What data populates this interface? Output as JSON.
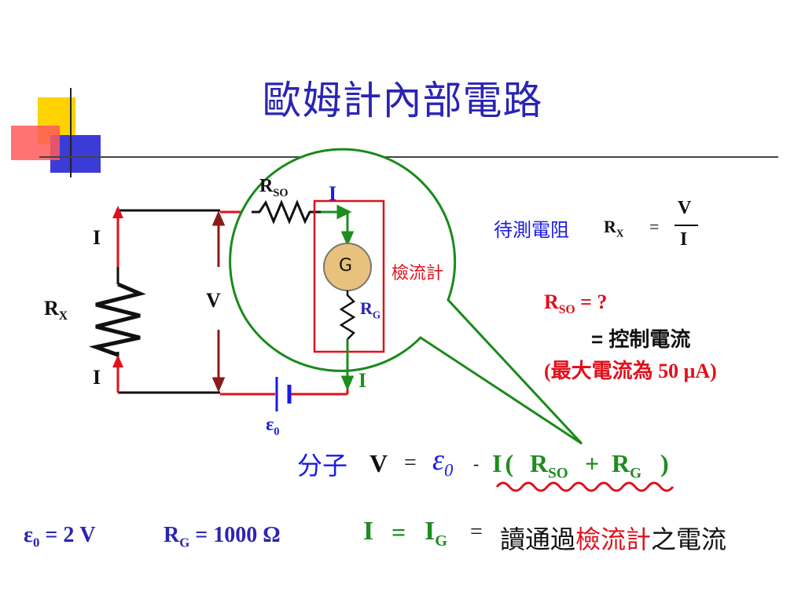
{
  "title": "歐姆計內部電路",
  "circuit": {
    "rx_label": "R",
    "rx_sub": "X",
    "current_top": "I",
    "current_bottom": "I",
    "voltage": "V",
    "rso_label": "R",
    "rso_sub": "SO",
    "i_top": "I",
    "galvanometer": "G",
    "galvanometer_name": "檢流計",
    "rg_label": "R",
    "rg_sub": "G",
    "i_right": "I",
    "emf_label": "ε",
    "emf_sub": "0"
  },
  "formula_rx": {
    "prefix": "待測電阻",
    "lhs": "R",
    "lhs_sub": "X",
    "eq": "=",
    "num": "V",
    "den": "I"
  },
  "rso_note": {
    "line1_label": "R",
    "line1_sub": "SO",
    "line1_rest": " = ?",
    "line2": "= 控制電流",
    "line3": "(最大電流為 50 μA)"
  },
  "numerator": {
    "prefix": "分子",
    "v": "V",
    "eq": "=",
    "eps": "ε",
    "eps_sub": "0",
    "minus": "-",
    "i": "I",
    "open": "(",
    "rso": "R",
    "rso_sub": "SO",
    "plus": "+",
    "rg": "R",
    "rg_sub": "G",
    "close": ")"
  },
  "bottom": {
    "emf": "ε",
    "emf_sub": "0",
    "emf_val": " = 2 V",
    "rg": "R",
    "rg_sub": "G",
    "rg_val": " = 1000 Ω",
    "i": "I",
    "eq1": "=",
    "ig": "I",
    "ig_sub": "G",
    "eq2": "=",
    "desc_pre": "讀通過",
    "desc_mid": "檢流計",
    "desc_post": "之電流"
  },
  "colors": {
    "title": "#2a24b4",
    "red": "#e0101c",
    "green": "#1e8c1e",
    "blue": "#1a1ae6",
    "dark_red": "#8b1a1a",
    "circle": "#1a8a1a"
  }
}
